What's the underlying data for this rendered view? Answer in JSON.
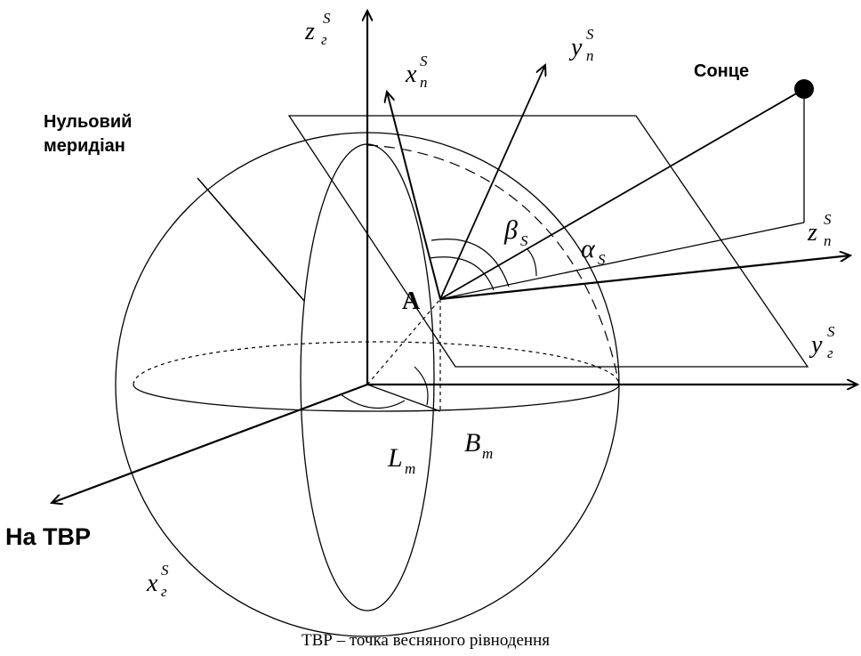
{
  "labels": {
    "z_geo": {
      "base": "z",
      "sub": "г",
      "sup": "S"
    },
    "y_geo": {
      "base": "y",
      "sub": "г",
      "sup": "S"
    },
    "x_geo": {
      "base": "x",
      "sub": "г",
      "sup": "S"
    },
    "x_hor": {
      "base": "x",
      "sub": "п",
      "sup": "S"
    },
    "y_hor": {
      "base": "y",
      "sub": "п",
      "sup": "S"
    },
    "z_hor": {
      "base": "z",
      "sub": "п",
      "sup": "S"
    },
    "beta": {
      "base": "β",
      "sub": "S"
    },
    "alpha": {
      "base": "α",
      "sub": "S"
    },
    "L": {
      "base": "L",
      "sub": "m"
    },
    "B": {
      "base": "B",
      "sub": "m"
    },
    "point_A": "A",
    "sun": "Сонце",
    "meridian_line1": "Нульовий",
    "meridian_line2": "меридіан",
    "to_vernal": "На ТВР",
    "caption": "ТВР – точка весняного рівнодення"
  }
}
